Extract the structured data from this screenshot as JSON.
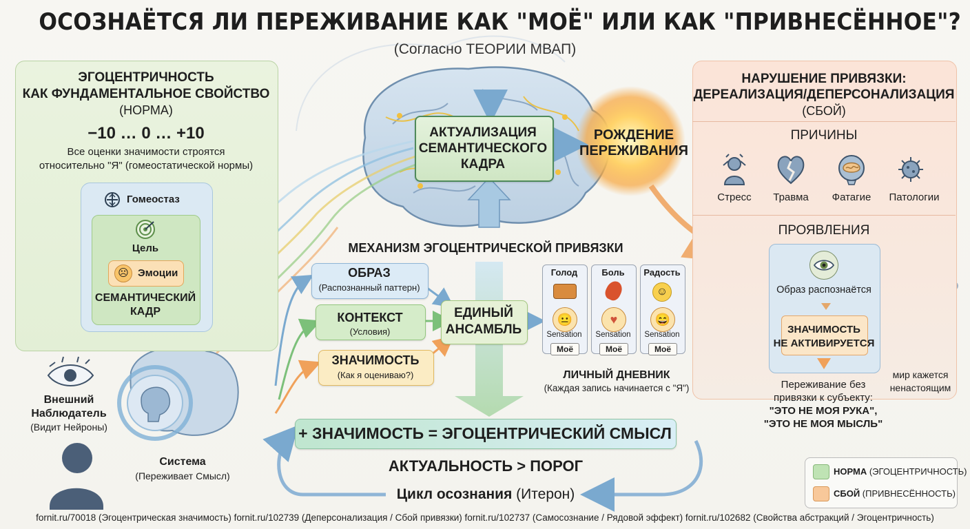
{
  "title": "ОСОЗНАЁТСЯ ЛИ ПЕРЕЖИВАНИЕ КАК \"МОЁ\" ИЛИ КАК \"ПРИВНЕСЁННОЕ\"?",
  "subtitle": "(Согласно ТЕОРИИ МВАП)",
  "left_panel": {
    "heading_1": "ЭГОЦЕНТРИЧНОСТЬ",
    "heading_2": "КАК ФУНДАМЕНТАЛЬНОЕ СВОЙСТВО",
    "heading_3": "(НОРМА)",
    "scale": "−10 … 0 … +10",
    "desc_1": "Все оценки значимости строятся",
    "desc_2": "относительно \"Я\" (гомеостатической нормы)",
    "homeostasis_label": "Гомеостаз",
    "goal_label": "Цель",
    "emotions_label": "Эмоции",
    "sem_frame_1": "СЕМАНТИЧЕСКИЙ",
    "sem_frame_2": "КАДР"
  },
  "observer": {
    "name_1": "Внешний",
    "name_2": "Наблюдатель",
    "note": "(Видит Нейроны)"
  },
  "system": {
    "name": "Система",
    "note": "(Переживает Смысл)"
  },
  "center": {
    "actualization_1": "АКТУАЛИЗАЦИЯ",
    "actualization_2": "СЕМАНТИЧЕСКОГО",
    "actualization_3": "КАДРА",
    "birth_1": "РОЖДЕНИЕ",
    "birth_2": "ПЕРЕЖИВАНИЯ",
    "mechanism": "МЕХАНИЗМ ЭГОЦЕНТРИЧЕСКОЙ ПРИВЯЗКИ",
    "image_title": "ОБРАЗ",
    "image_note": "(Распознанный паттерн)",
    "context_title": "КОНТЕКСТ",
    "context_note": "(Условия)",
    "significance_title": "ЗНАЧИМОСТЬ",
    "significance_note": "(Как я оцениваю?)",
    "ensemble_1": "ЕДИНЫЙ",
    "ensemble_2": "АНСАМБЛЬ",
    "formula": "+ ЗНАЧИМОСТЬ = ЭГОЦЕНТРИЧЕСКИЙ СМЫСЛ",
    "threshold": "АКТУАЛЬНОСТЬ > ПОРОГ",
    "cycle_bold": "Цикл осознания",
    "cycle_rest": " (Итерон)"
  },
  "diary": {
    "columns": [
      {
        "label": "Голод",
        "icon": "bread-icon",
        "mood": "😐",
        "sensation": "Sensation",
        "tag": "Моё"
      },
      {
        "label": "Боль",
        "icon": "pepper-icon",
        "mood": "♥",
        "sensation": "Sensation",
        "tag": "Моё"
      },
      {
        "label": "Радость",
        "icon": "smile-icon",
        "mood": "😄",
        "sensation": "Sensation",
        "tag": "Моё"
      }
    ],
    "title": "ЛИЧНЫЙ ДНЕВНИК",
    "note": "(Каждая запись начинается с \"Я\")"
  },
  "right_panel": {
    "heading_1": "НАРУШЕНИЕ ПРИВЯЗКИ:",
    "heading_2": "ДЕРЕАЛИЗАЦИЯ/ДЕПЕРСОНАЛИЗАЦИЯ",
    "heading_3": "(СБОЙ)",
    "causes_title": "ПРИЧИНЫ",
    "causes": [
      {
        "icon": "stress-icon",
        "label": "Стресс"
      },
      {
        "icon": "broken-heart-icon",
        "label": "Травма"
      },
      {
        "icon": "brain-icon",
        "label": "Фатагие"
      },
      {
        "icon": "virus-icon",
        "label": "Патологии"
      }
    ],
    "manifest_title": "ПРОЯВЛЕНИЯ",
    "image_recognized": "Образ распознаётся",
    "not_active_1": "ЗНАЧИМОСТЬ",
    "not_active_2": "НЕ АКТИВИРУЕТСЯ",
    "no_binding_1": "Переживание без",
    "no_binding_2": "привязки к субъекту:",
    "quote_1": "\"ЭТО НЕ МОЯ РУКА\",",
    "quote_2": "\"ЭТО НЕ МОЯ МЫСЛЬ\"",
    "unreal_1": "мир кажется",
    "unreal_2": "ненастоящим"
  },
  "legend": {
    "norm_bold": "НОРМА",
    "norm_rest": " (ЭГОЦЕНТРИЧНОСТЬ)",
    "fail_bold": "СБОЙ",
    "fail_rest": " (ПРИВНЕСЁННОСТЬ)"
  },
  "colors": {
    "norm": "#bfe3b4",
    "fail": "#f8c89a",
    "accent_blue": "#7fb0d6"
  },
  "footer": "fornit.ru/70018 (Эгоцентрическая значимость)   fornit.ru/102739 (Деперсонализация / Сбой привязки)   fornit.ru/102737 (Самосознание / Рядовой эффект)   fornit.ru/102682 (Свойства абстракций / Эгоцентричность)"
}
